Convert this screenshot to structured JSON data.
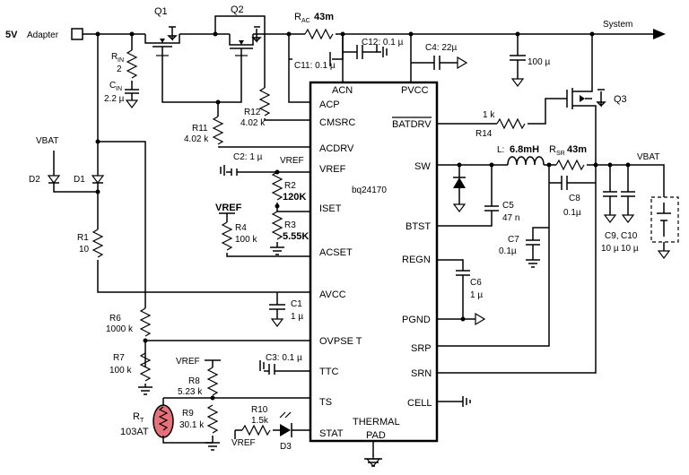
{
  "supply": {
    "adapter_voltage": "5V",
    "adapter_label": "Adapter",
    "system_label": "System"
  },
  "ic": {
    "part": "bq24170",
    "pins_left": [
      "ACN",
      "ACP",
      "CMSRC",
      "ACDRV",
      "VREF",
      "ISET",
      "ACSET",
      "AVCC",
      "OVPSE T",
      "TTC",
      "TS",
      "STAT"
    ],
    "pins_right": [
      "PVCC",
      "BATDRV",
      "SW",
      "BTST",
      "REGN",
      "PGND",
      "SRP",
      "SRN",
      "CELL"
    ],
    "thermal_pad": [
      "THERMAL",
      "PAD"
    ]
  },
  "transistors": {
    "q1": "Q1",
    "q2": "Q2",
    "q3": "Q3"
  },
  "components": {
    "rac": {
      "name": "R",
      "sub": "AC",
      "value": "43m"
    },
    "rsr": {
      "name": "R",
      "sub": "SR",
      "value": "43m"
    },
    "rin": {
      "name": "R",
      "sub": "IN",
      "value": "2"
    },
    "cin": {
      "name": "C",
      "sub": "IN",
      "value": "2.2 µ"
    },
    "c12": "C12: 0.1 µ",
    "c11": "C11: 0.1 µ",
    "c4": "C4: 22µ",
    "c_sys": "100 µ",
    "r11": {
      "name": "R11",
      "value": "4.02 k"
    },
    "r12": {
      "name": "R12",
      "value": "4.02 k"
    },
    "r14": {
      "name": "R14",
      "value": "1 k"
    },
    "c2": "C2: 1 µ",
    "vref_pin": "VREF",
    "r2": {
      "name": "R2",
      "value": "120K"
    },
    "r3": {
      "name": "R3",
      "value": "5.55K"
    },
    "r4": {
      "name": "R4",
      "value": "100 k",
      "rail": "VREF"
    },
    "vbat_left": "VBAT",
    "d1": "D1",
    "d2": "D2",
    "r1": {
      "name": "R1",
      "value": "10"
    },
    "c1": {
      "name": "C1",
      "value": "1 µ"
    },
    "r6": {
      "name": "R6",
      "value": "1000 k"
    },
    "r7": {
      "name": "R7",
      "value": "100 k"
    },
    "c3": "C3: 0.1 µ",
    "r8": {
      "name": "R8",
      "value": "5.23 k",
      "rail": "VREF"
    },
    "rt": {
      "name": "R",
      "sub": "T",
      "value": "103AT"
    },
    "r9": {
      "name": "R9",
      "value": "30.1 k"
    },
    "r10": {
      "name": "R10",
      "value": "1.5k",
      "rail": "VREF"
    },
    "d3": "D3",
    "inductor": {
      "name": "L:",
      "value": "6.8mH"
    },
    "c5": {
      "name": "C5",
      "value": "47 n"
    },
    "c7": {
      "name": "C7",
      "value": "0.1µ"
    },
    "c6": {
      "name": "C6",
      "value": "1 µ"
    },
    "c8": {
      "name": "C8",
      "value": "0.1µ"
    },
    "c9": {
      "name": "C9,",
      "value": "10 µ"
    },
    "c10": {
      "name": "C10",
      "value": "10 µ"
    },
    "vbat_right": "VBAT"
  }
}
